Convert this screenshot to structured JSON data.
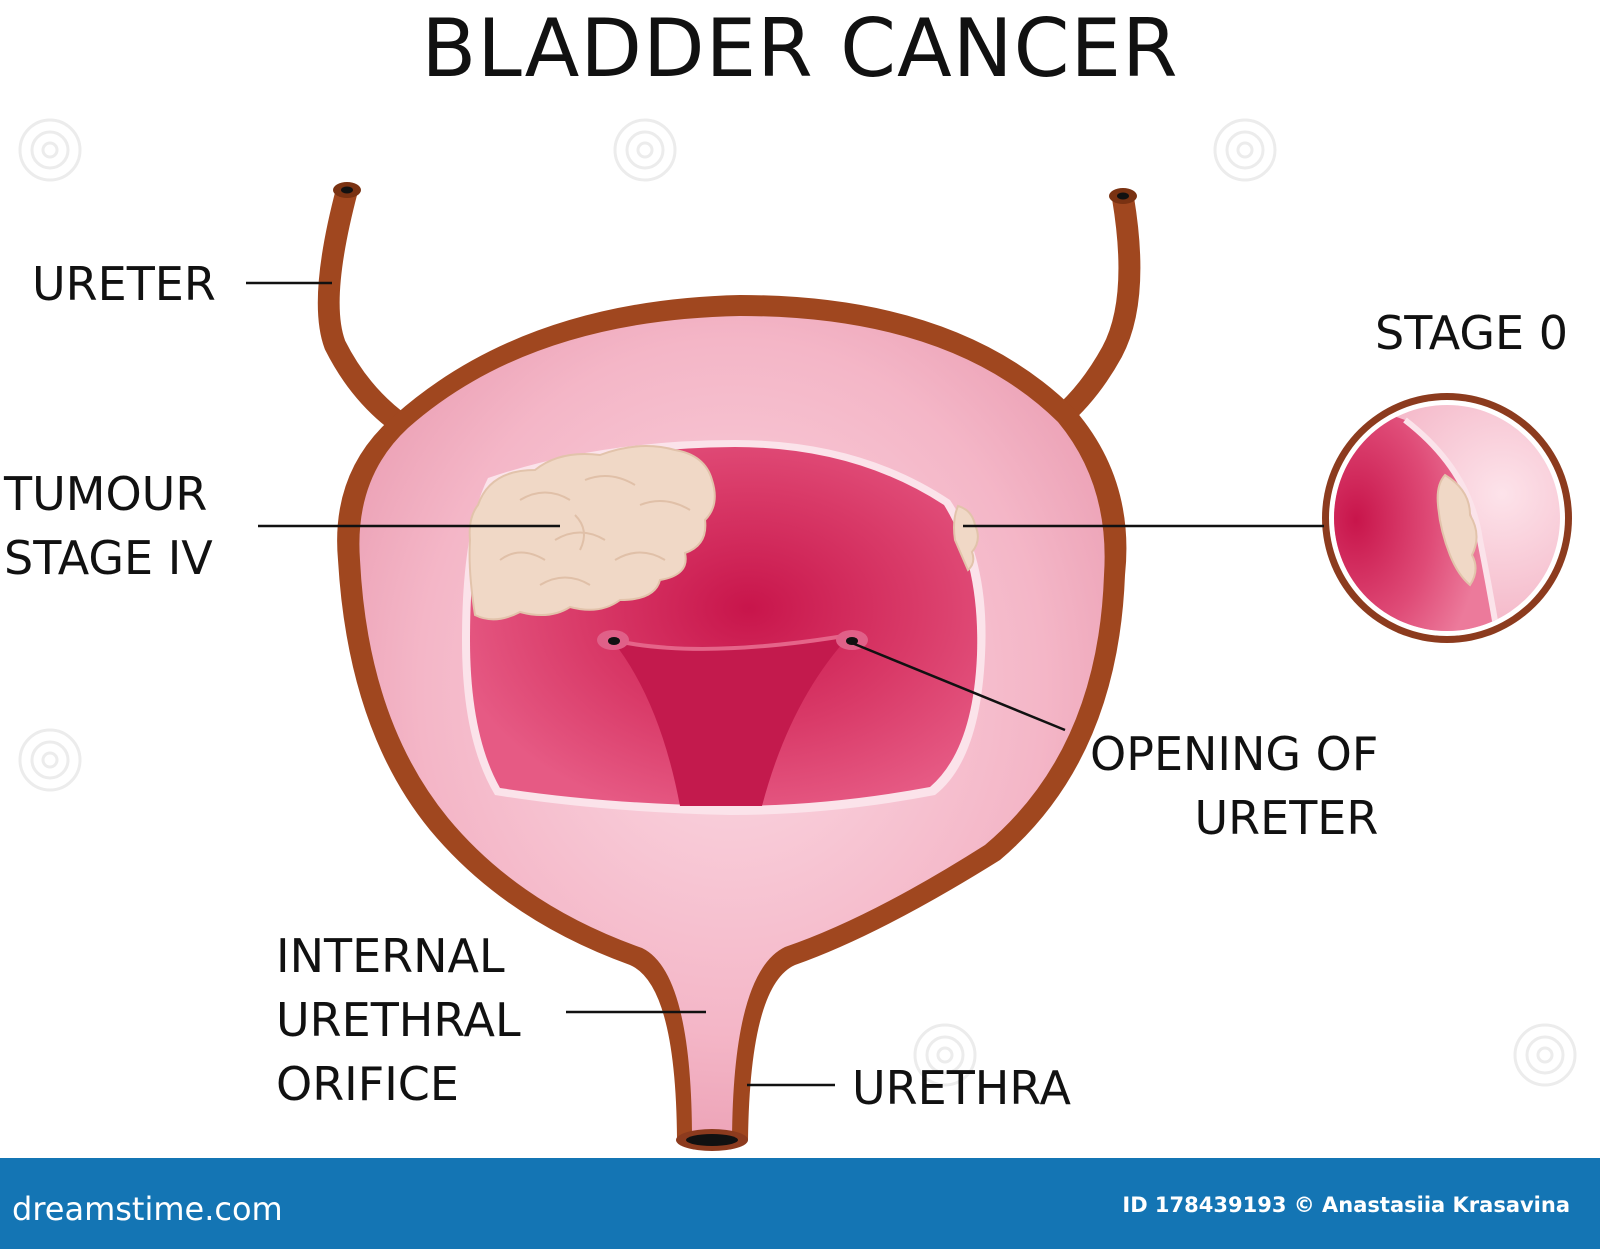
{
  "title": "BLADDER CANCER",
  "labels": {
    "ureter": "URETER",
    "tumour_stage_iv": "TUMOUR\nSTAGE IV",
    "stage_0": "STAGE 0",
    "opening_of_ureter": "OPENING OF\nURETER",
    "internal_urethral_orifice": "INTERNAL\nURETHRAL\nORIFICE",
    "urethra": "URETHRA"
  },
  "footer": {
    "brand": "dreamstime.com",
    "credit": "ID 178439193 © Anastasiia Krasavina"
  },
  "colors": {
    "outer_wall": "#a0471f",
    "bladder_pink": "#f2aec0",
    "inner_lumen": "#d63a67",
    "trigone": "#c51a4f",
    "tumour": "#f0d6c3",
    "footer_bg": "#1475b4"
  }
}
